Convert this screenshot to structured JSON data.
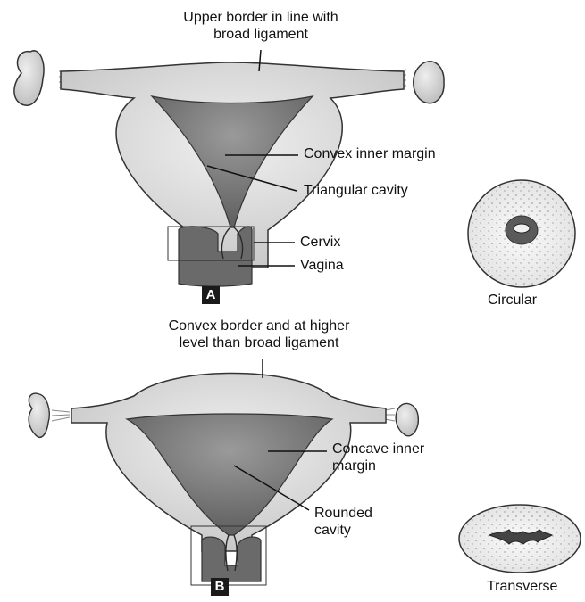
{
  "figure_a": {
    "badge": "A",
    "top_label_line1": "Upper border in line with",
    "top_label_line2": "broad ligament",
    "convex_inner_margin": "Convex inner margin",
    "triangular_cavity": "Triangular cavity",
    "cervix": "Cervix",
    "vagina": "Vagina"
  },
  "figure_b": {
    "badge": "B",
    "top_label_line1": "Convex border and at higher",
    "top_label_line2": "level than broad ligament",
    "concave_line1": "Concave inner",
    "concave_line2": "margin",
    "rounded_line1": "Rounded",
    "rounded_line2": "cavity"
  },
  "cross_sections": {
    "circular": "Circular",
    "transverse": "Transverse"
  },
  "colors": {
    "outer_tissue": "#dcdcdc",
    "cavity": "#7a7a7a",
    "outline": "#2a2a2a",
    "badge_bg": "#1a1a1a"
  }
}
